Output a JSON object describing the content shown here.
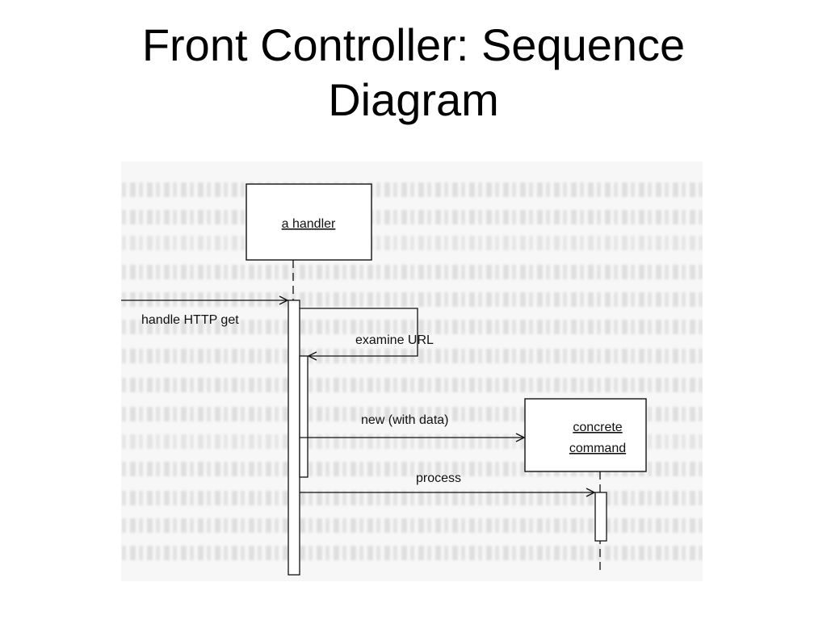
{
  "title": {
    "line1": "Front Controller: Sequence",
    "line2": "Diagram"
  },
  "participants": {
    "handler": "a handler",
    "command_line1": "concrete",
    "command_line2": "command"
  },
  "messages": {
    "handle_get": "handle HTTP get",
    "examine_url": "examine URL",
    "new_with_data": "new (with data)",
    "process": "process"
  }
}
